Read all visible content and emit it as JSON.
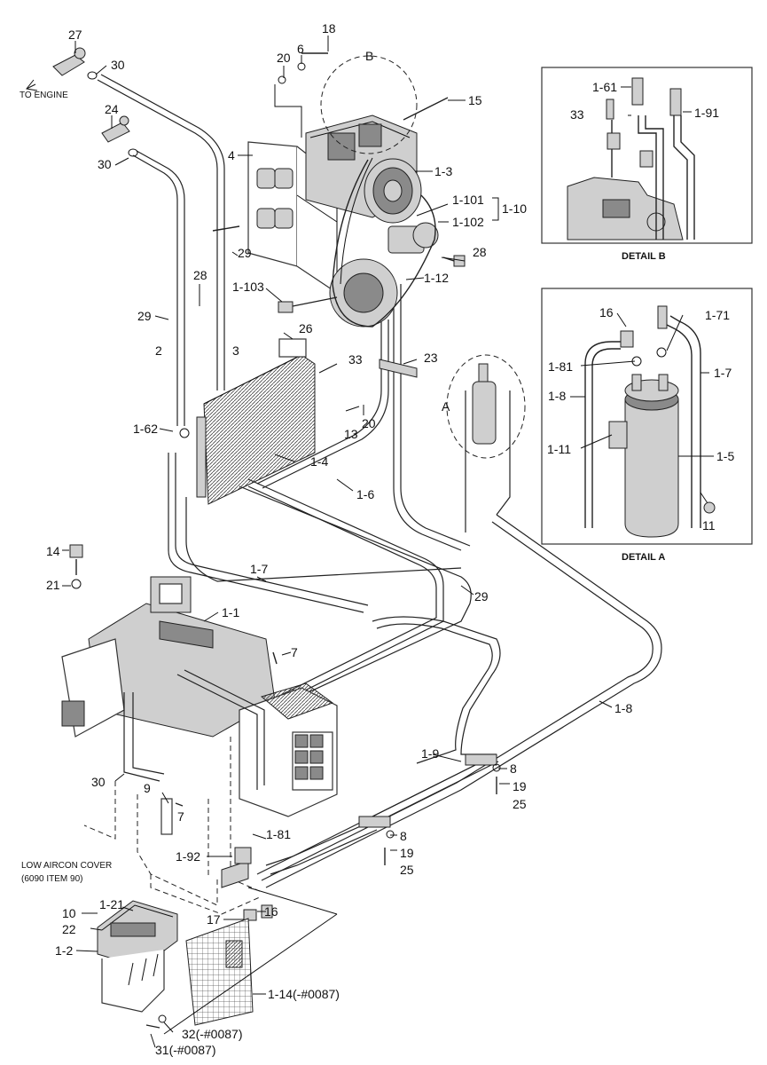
{
  "callouts": {
    "c27": "27",
    "c30a": "30",
    "to_engine": "TO ENGINE",
    "c24": "24",
    "c30b": "30",
    "c20a": "20",
    "c6": "6",
    "c18": "18",
    "cB": "B",
    "c15": "15",
    "c4": "4",
    "c1_3": "1-3",
    "c1_101": "1-101",
    "c1_10": "1-10",
    "c1_102": "1-102",
    "c28a": "28",
    "c29a": "29",
    "c1_103": "1-103",
    "c1_12": "1-12",
    "c28b": "28",
    "c29b": "29",
    "c26": "26",
    "c2": "2",
    "c3": "3",
    "c33": "33",
    "c23": "23",
    "cA": "A",
    "c13": "13",
    "c20b": "20",
    "c1_62": "1-62",
    "c1_4": "1-4",
    "c1_6": "1-6",
    "c14": "14",
    "c21": "21",
    "c1_7": "1-7",
    "c29c": "29",
    "c1_1": "1-1",
    "c7a": "7",
    "c1_8": "1-8",
    "c1_9": "1-9",
    "c8a": "8",
    "c19a": "19",
    "c25a": "25",
    "c30c": "30",
    "c9": "9",
    "c7b": "7",
    "c1_81": "1-81",
    "c8b": "8",
    "c19b": "19",
    "c25b": "25",
    "c1_92": "1-92",
    "low_cover_1": "LOW AIRCON COVER",
    "low_cover_2": "(6090 ITEM 90)",
    "c10": "10",
    "c1_21": "1-21",
    "c22": "22",
    "c1_2": "1-2",
    "c17": "17",
    "c16": "16",
    "c1_14": "1-14(-#0087)",
    "c32": "32(-#0087)",
    "c31": "31(-#0087)"
  },
  "detail_b": {
    "title": "DETAIL B",
    "c1_61": "1-61",
    "c33": "33",
    "c1_91": "1-91"
  },
  "detail_a": {
    "title": "DETAIL A",
    "c16": "16",
    "c1_71": "1-71",
    "c1_81": "1-81",
    "c1_7": "1-7",
    "c1_8": "1-8",
    "c1_11": "1-11",
    "c1_5": "1-5",
    "c11": "11"
  }
}
